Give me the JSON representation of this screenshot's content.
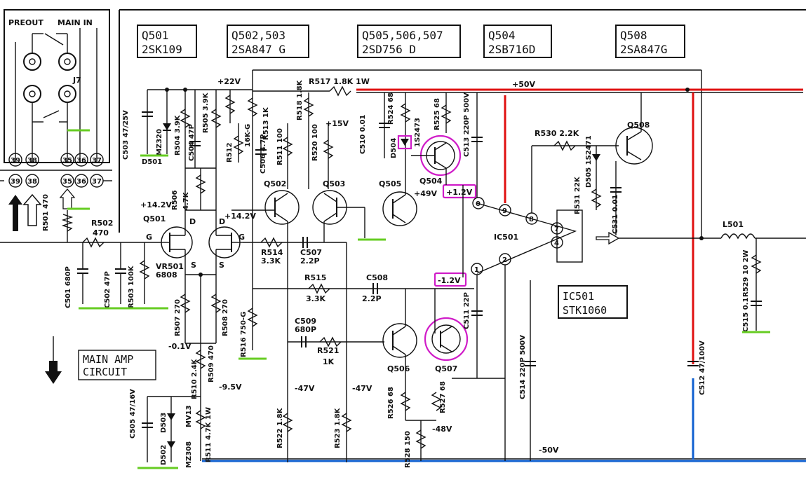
{
  "connector_panel": {
    "preout_label": "PREOUT",
    "mainin_label": "MAIN IN",
    "jack_label": "J7",
    "pins": [
      "39",
      "38",
      "35",
      "36",
      "37",
      "39",
      "38",
      "35",
      "36",
      "37"
    ]
  },
  "transistor_boxes": [
    {
      "line1": "Q501",
      "line2": "2SK109"
    },
    {
      "line1": "Q502,503",
      "line2": "2SA847 G"
    },
    {
      "line1": "Q505,506,507",
      "line2": "2SD756 D"
    },
    {
      "line1": "Q504",
      "line2": "2SB716D"
    },
    {
      "line1": "Q508",
      "line2": "2SA847G"
    }
  ],
  "ic_box": {
    "line1": "IC501",
    "line2": "STK1060"
  },
  "circuit_box": {
    "line1": "MAIN AMP",
    "line2": "CIRCUIT"
  },
  "rails": {
    "plus22": "+22V",
    "plus50": "+50V",
    "plus15": "+15V",
    "plus49": "+49V",
    "plus142a": "+14.2V",
    "plus142b": "+14.2V",
    "minus01": "-0.1V",
    "minus95": "-9.5V",
    "minus47a": "-47V",
    "minus47b": "-47V",
    "minus48": "-48V",
    "minus50": "-50V",
    "plus12": "+1.2V",
    "minus12": "-1.2V"
  },
  "components": {
    "r517": "R517 1.8K 1W",
    "r501": "R501 470",
    "r502": "R502",
    "r502v": "470",
    "c501": "C501 680P",
    "c502": "C502 47P",
    "r503": "R503 100K",
    "q501": "Q501",
    "vr501": "VR501",
    "vr501v": "6808",
    "r506": "R506",
    "r506v": "4.7K",
    "c503": "C503 47/25V",
    "d501": "D501",
    "mz320": "MZ320",
    "r504": "R504 3.9K",
    "c504": "C504 47P",
    "r505": "R505 3.9K",
    "r513": "R513 1K",
    "r512": "R512",
    "r512v": "16K-G",
    "c506": "C506 4.7P",
    "r511": "R511 100",
    "r518": "R518 1.8K",
    "r520": "R520 100",
    "q502": "Q502",
    "q503": "Q503",
    "r514": "R514",
    "r514v": "3.3K",
    "c507": "C507",
    "c507v": "2.2P",
    "r515": "R515",
    "r515v": "3.3K",
    "c508": "C508",
    "c508v": "2.2P",
    "r516": "R516 750-G",
    "c509": "C509",
    "c509v": "680P",
    "r521": "R521",
    "r521v": "1K",
    "r507": "R507 270",
    "r508": "R508 270",
    "r510": "R510 2.4K",
    "r509": "R509 470",
    "r511b": "R511 4.7K 1W",
    "c505": "C505 47/16V",
    "d503": "D503",
    "mv13": "MV13",
    "d502": "D502",
    "mz308": "MZ308",
    "r522": "R522 1.8K",
    "r523": "R523 1.8K",
    "c510": "C510 0.01",
    "r524": "R524 68",
    "d504": "D504",
    "d504v": "1S2473",
    "r525": "R525 68",
    "c513": "C513 220P 500V",
    "q505": "Q505",
    "q504": "Q504",
    "q506": "Q506",
    "q507": "Q507",
    "r526": "R526 68",
    "r527": "R527 68",
    "r528": "R528 150",
    "c511": "C511 22P",
    "c514": "C514 220P 500V",
    "ic501": "IC501",
    "r530": "R530 2.2K",
    "q508": "Q508",
    "d505": "D505 1S2471",
    "r531": "R531 22K",
    "c531": "C531 0.01",
    "l501": "L501",
    "r529": "R529 10 2W",
    "c515": "C515 0.1",
    "c512": "C512 47/100V"
  },
  "ic_pins": [
    "0",
    "9",
    "8",
    "7",
    "4",
    "1",
    "2"
  ],
  "pin_labels": {
    "d": "D",
    "g": "G",
    "s": "S",
    "d2": "D",
    "g2": "G",
    "s2": "S"
  },
  "colors": {
    "positive_rail": "#e01010",
    "negative_rail": "#1060d0",
    "ground_mark": "#66cc22",
    "highlight": "#d01cc8"
  }
}
